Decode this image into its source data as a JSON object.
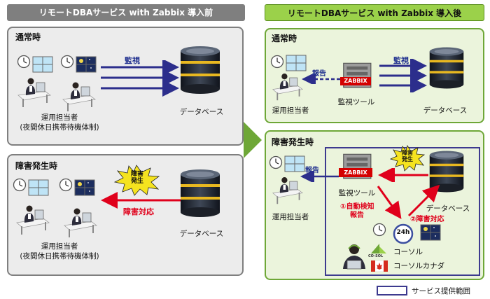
{
  "before": {
    "title": "リモートDBAサービス with Zabbix 導入前",
    "normal": {
      "heading": "通常時",
      "monitor_label": "監視",
      "operator_label": "運用担当者",
      "operator_sub": "(夜間休日携帯待機体制)",
      "db_label": "データベース"
    },
    "incident": {
      "heading": "障害発生時",
      "burst_text": "障害\n発生",
      "response_label": "障害対応",
      "operator_label": "運用担当者",
      "operator_sub": "(夜間休日携帯待機体制)",
      "db_label": "データベース"
    }
  },
  "after": {
    "title": "リモートDBAサービス with Zabbix 導入後",
    "normal": {
      "heading": "通常時",
      "report_label": "報告",
      "monitor_label": "監視",
      "zabbix_text": "ZABBIX",
      "tool_label": "監視ツール",
      "operator_label": "運用担当者",
      "db_label": "データベース"
    },
    "incident": {
      "heading": "障害発生時",
      "report_label": "報告",
      "zabbix_text": "ZABBIX",
      "tool_label": "監視ツール",
      "operator_label": "運用担当者",
      "db_label": "データベース",
      "burst_text": "障害\n発生",
      "auto_detect_label": "①自動検知",
      "auto_report_label": "報告",
      "response_label": "②障害対応",
      "h24_text": "24h",
      "ca_small": "CO-SOL",
      "company_jp": "コーソル",
      "company_ca": "コーソルカナダ"
    }
  },
  "legend": {
    "scope_label": "サービス提供範囲"
  },
  "colors": {
    "navy": "#2c2e8c",
    "red": "#e0001b",
    "green": "#6ea737",
    "grey": "#7f7f7f"
  }
}
